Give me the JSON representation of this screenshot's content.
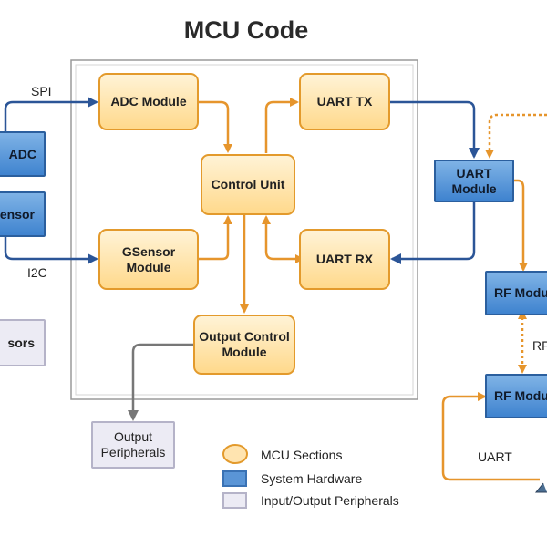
{
  "title": "MCU Code",
  "blocks": {
    "adc_module": "ADC Module",
    "gsensor_module": "GSensor\nModule",
    "control_unit": "Control Unit",
    "uart_tx": "UART TX",
    "uart_rx": "UART RX",
    "output_control": "Output Control\nModule",
    "adc": "ADC",
    "gsensor": "Sensor",
    "sensors": "sors",
    "uart_module": "UART\nModule",
    "rf_module_top": "RF Modul",
    "rf_module_bottom": "RF Modul",
    "output_peripherals": "Output\nPeripherals"
  },
  "links": {
    "spi": "SPI",
    "i2c": "I2C",
    "rf": "RF",
    "uart": "UART"
  },
  "legend": {
    "mcu_sections": "MCU Sections",
    "system_hardware": "System Hardware",
    "io_peripherals": "Input/Output Peripherals"
  },
  "colors": {
    "mcu_border": "#e39a2c",
    "mcu_arrow": "#e6952c",
    "hw_arrow": "#2b5597",
    "io_arrow": "#777777"
  }
}
